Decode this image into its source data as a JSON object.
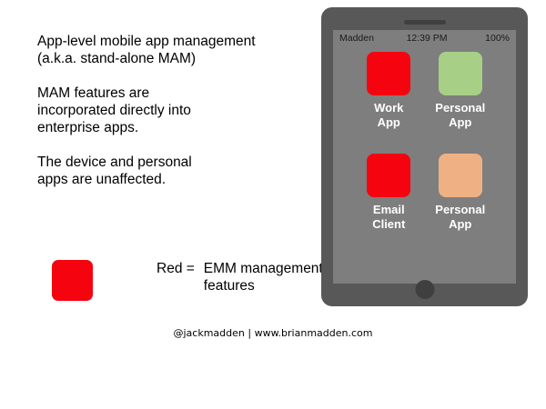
{
  "slide": {
    "paragraphs": [
      "App-level mobile app management\n(a.k.a. stand-alone MAM)",
      "MAM features are\nincorporated directly into\nenterprise apps.",
      "The device and personal\napps are unaffected."
    ],
    "credit": "@jackmadden | www.brianmadden.com"
  },
  "legend": {
    "swatch_color": "#f5030f",
    "key": "Red =",
    "value": "EMM management\nfeatures"
  },
  "phone": {
    "frame_color": "#585858",
    "screen_color": "#7e7e7e",
    "status_bar": {
      "carrier": "Madden",
      "time": "12:39 PM",
      "battery": "100%"
    },
    "apps": [
      {
        "label": "Work\nApp",
        "color": "#f5030f",
        "name": "work-app"
      },
      {
        "label": "Personal\nApp",
        "color": "#a8cf86",
        "name": "personal-app-green"
      },
      {
        "label": "Email\nClient",
        "color": "#f5030f",
        "name": "email-client-app"
      },
      {
        "label": "Personal\nApp",
        "color": "#efb184",
        "name": "personal-app-peach"
      }
    ]
  }
}
